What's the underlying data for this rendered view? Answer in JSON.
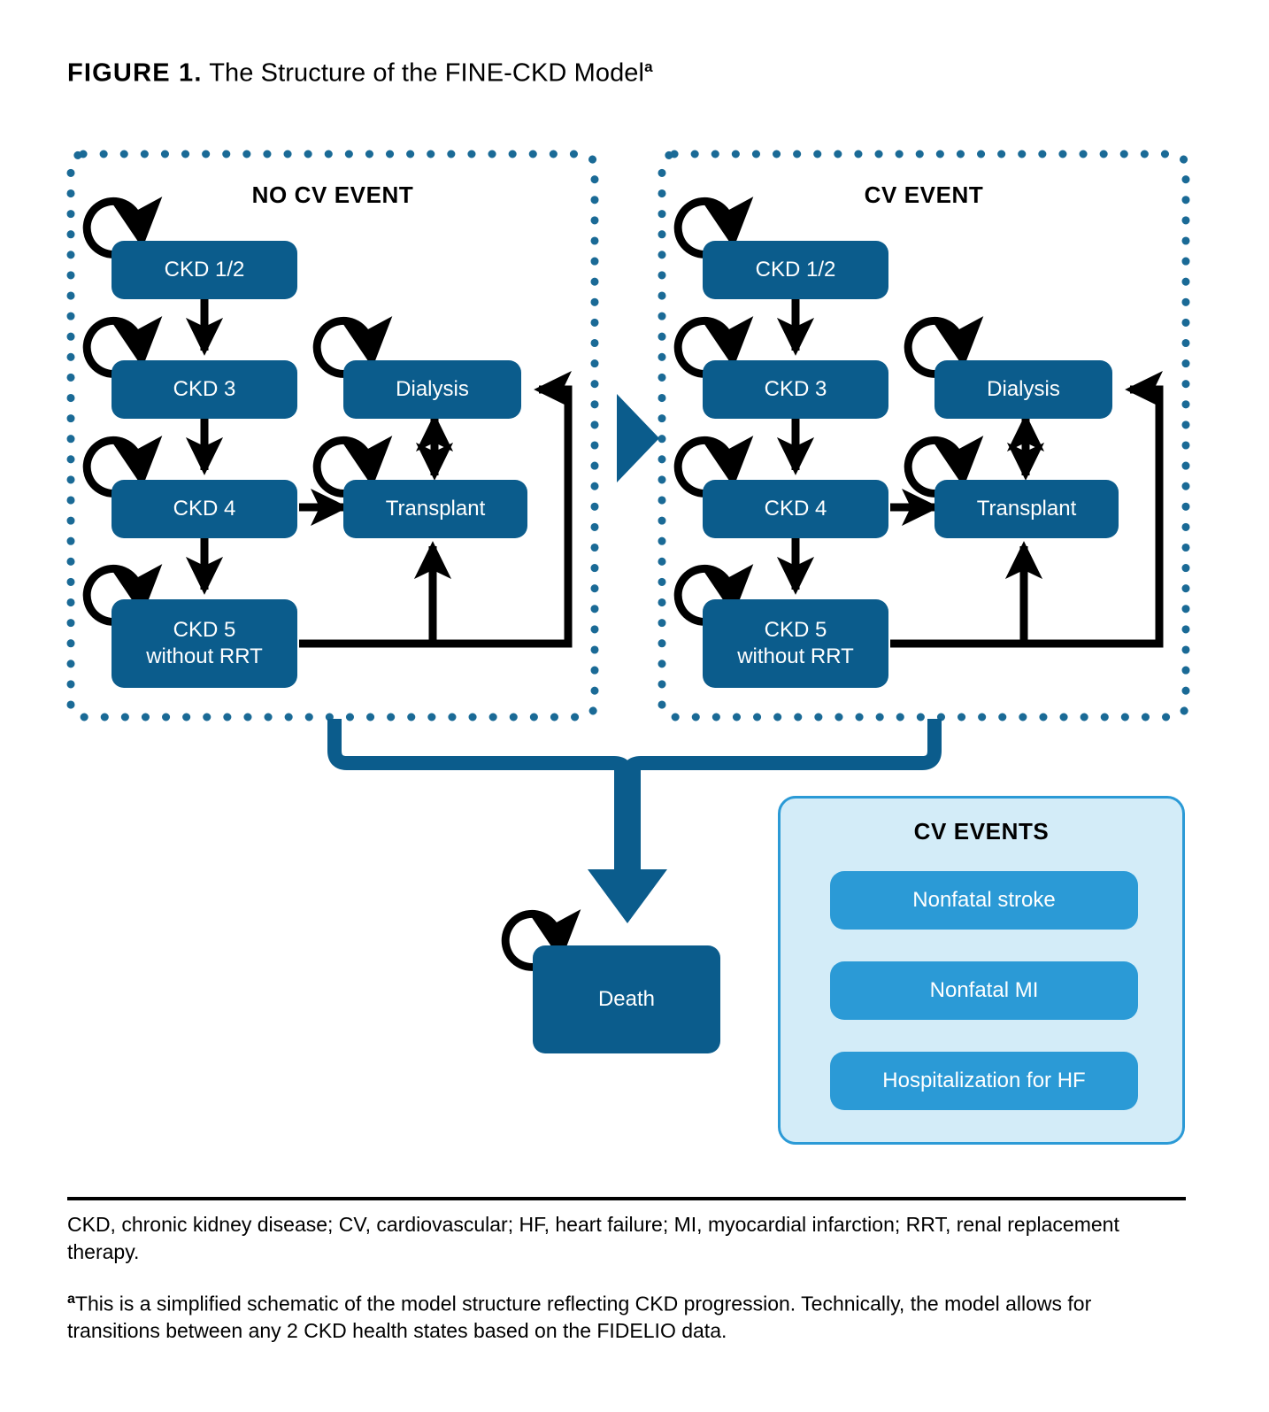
{
  "figure": {
    "label": "FIGURE 1.",
    "title": " The Structure of the FINE-CKD Model",
    "title_superscript": "a"
  },
  "colors": {
    "dark_blue": "#0B5C8C",
    "mid_blue": "#2B9AD6",
    "light_blue_bg": "#D3ECF8",
    "arrow_black": "#000000",
    "dotted_border": "#1A6A96"
  },
  "panels": [
    {
      "id": "no-cv-event",
      "heading": "NO CV EVENT",
      "states": [
        {
          "id": "ckd12",
          "label": "CKD 1/2"
        },
        {
          "id": "ckd3",
          "label": "CKD 3"
        },
        {
          "id": "ckd4",
          "label": "CKD 4"
        },
        {
          "id": "ckd5",
          "label": "CKD 5\nwithout RRT",
          "line1": "CKD 5",
          "line2": "without RRT"
        },
        {
          "id": "dialysis",
          "label": "Dialysis"
        },
        {
          "id": "transplant",
          "label": "Transplant"
        }
      ]
    },
    {
      "id": "cv-event",
      "heading": "CV EVENT",
      "states": [
        {
          "id": "ckd12",
          "label": "CKD 1/2"
        },
        {
          "id": "ckd3",
          "label": "CKD 3"
        },
        {
          "id": "ckd4",
          "label": "CKD 4"
        },
        {
          "id": "ckd5",
          "label": "CKD 5\nwithout RRT",
          "line1": "CKD 5",
          "line2": "without RRT"
        },
        {
          "id": "dialysis",
          "label": "Dialysis"
        },
        {
          "id": "transplant",
          "label": "Transplant"
        }
      ]
    }
  ],
  "death": {
    "label": "Death"
  },
  "cv_events_legend": {
    "title": "CV EVENTS",
    "items": [
      "Nonfatal stroke",
      "Nonfatal MI",
      "Hospitalization for HF"
    ]
  },
  "footnotes": {
    "abbreviations": "CKD, chronic kidney disease; CV, cardiovascular; HF, heart failure; MI, myocardial infarction; RRT, renal replacement therapy.",
    "note_a_marker": "a",
    "note_a": "This is a simplified schematic of the model structure reflecting CKD progression. Technically, the model allows for transitions between any 2 CKD health states based on the FIDELIO data."
  },
  "icons": {
    "self_loop": "self-loop-arrow-icon",
    "panel_transition": "right-triangle-arrow-icon",
    "death_merge": "merge-down-arrow-icon"
  }
}
